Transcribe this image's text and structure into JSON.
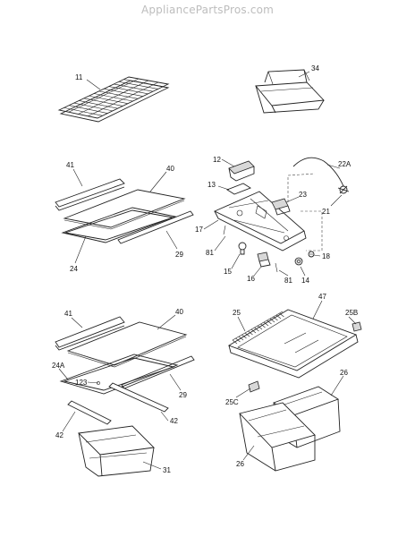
{
  "watermark": "AppliancePartsPros.com",
  "callouts": {
    "c11": "11",
    "c34": "34",
    "c41a": "41",
    "c40a": "40",
    "c24": "24",
    "c29a": "29",
    "c12": "12",
    "c22a": "22A",
    "c13": "13",
    "c23": "23",
    "c21": "21",
    "c17": "17",
    "c81a": "81",
    "c15": "15",
    "c16": "16",
    "c81b": "81",
    "c14": "14",
    "c18": "18",
    "c41b": "41",
    "c40b": "40",
    "c24a": "24A",
    "c123": "123",
    "c29b": "29",
    "c42a": "42",
    "c42b": "42",
    "c31": "31",
    "c25": "25",
    "c47": "47",
    "c25b": "25B",
    "c25c": "25C",
    "c26a": "26",
    "c26b": "26"
  }
}
